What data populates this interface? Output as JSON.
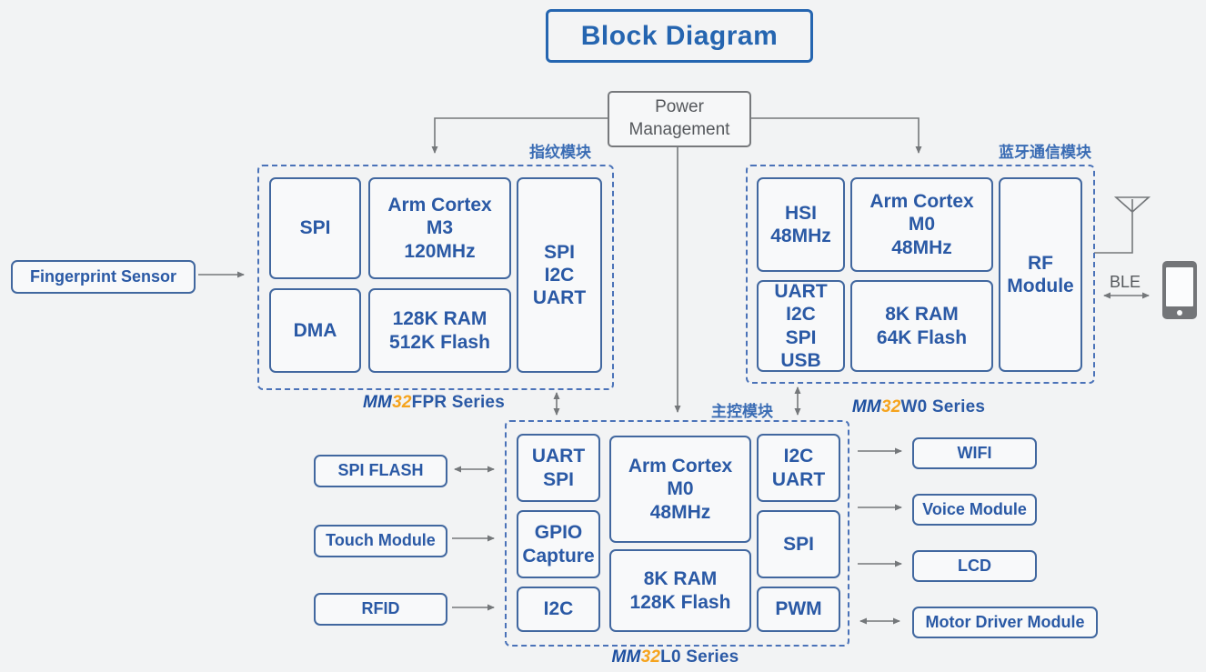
{
  "title": "Block Diagram",
  "power_management": {
    "line1": "Power",
    "line2": "Management"
  },
  "fingerprint_sensor_label": "Fingerprint Sensor",
  "ble_label": "BLE",
  "colors": {
    "accent_blue": "#2a59a5",
    "border_blue": "#41679f",
    "dashed_blue": "#4a72b8",
    "series_orange": "#f5a31d",
    "arrow_gray": "#74777a",
    "power_gray": "#55585c",
    "background": "#f2f3f4"
  },
  "modules": {
    "fingerprint": {
      "tag": "指纹模块",
      "series": {
        "mm": "MM",
        "num": "32",
        "rest": "FPR Series"
      },
      "blocks": {
        "spi": {
          "lines": [
            "SPI"
          ]
        },
        "cortex": {
          "lines": [
            "Arm Cortex",
            "M3",
            "120MHz"
          ]
        },
        "dma": {
          "lines": [
            "DMA"
          ]
        },
        "memory": {
          "lines": [
            "128K RAM",
            "512K Flash"
          ]
        },
        "peripherals": {
          "lines": [
            "SPI",
            "I2C",
            "UART"
          ]
        }
      }
    },
    "bluetooth": {
      "tag": "蓝牙通信模块",
      "series": {
        "mm": "MM",
        "num": "32",
        "rest": "W0 Series"
      },
      "blocks": {
        "hsi": {
          "lines": [
            "HSI",
            "48MHz"
          ]
        },
        "cortex": {
          "lines": [
            "Arm Cortex",
            "M0",
            "48MHz"
          ]
        },
        "peripherals": {
          "lines": [
            "UART",
            "I2C",
            "SPI",
            "USB"
          ]
        },
        "memory": {
          "lines": [
            "8K RAM",
            "64K Flash"
          ]
        },
        "rf": {
          "lines": [
            "RF",
            "Module"
          ]
        }
      }
    },
    "main": {
      "tag": "主控模块",
      "series": {
        "mm": "MM",
        "num": "32",
        "rest": "L0 Series"
      },
      "blocks": {
        "uart_spi": {
          "lines": [
            "UART",
            "SPI"
          ]
        },
        "cortex": {
          "lines": [
            "Arm Cortex",
            "M0",
            "48MHz"
          ]
        },
        "gpio_capture": {
          "lines": [
            "GPIO",
            "Capture"
          ]
        },
        "i2c": {
          "lines": [
            "I2C"
          ]
        },
        "memory": {
          "lines": [
            "8K RAM",
            "128K Flash"
          ]
        },
        "i2c_uart": {
          "lines": [
            "I2C",
            "UART"
          ]
        },
        "spi": {
          "lines": [
            "SPI"
          ]
        },
        "pwm": {
          "lines": [
            "PWM"
          ]
        }
      }
    }
  },
  "left_peripherals": [
    {
      "label": "SPI FLASH"
    },
    {
      "label": "Touch Module"
    },
    {
      "label": "RFID"
    }
  ],
  "right_peripherals": [
    {
      "label": "WIFI"
    },
    {
      "label": "Voice Module"
    },
    {
      "label": "LCD"
    },
    {
      "label": "Motor Driver Module"
    }
  ]
}
